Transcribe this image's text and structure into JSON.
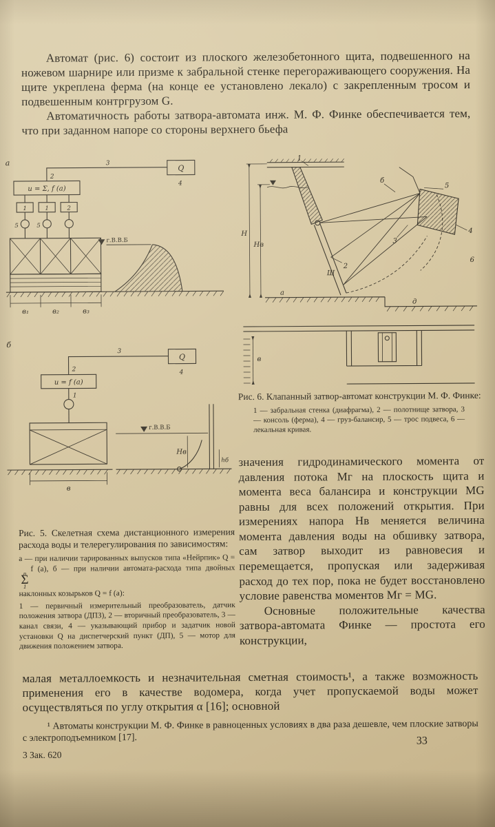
{
  "page": {
    "footer_left": "3  Зак. 620",
    "page_number": "33"
  },
  "text": {
    "p1": "Автомат (рис. 6) состоит из плоского железобетонного щита, подвешенного на ножевом шарнире или призме к забральной стенке перегораживающего сооружения. На щите укреплена ферма (на конце ее установлено лекало) с закрепленным тросом и подвешенным контргрузом G.",
    "p2": "Автоматичность работы затвора-автомата инж. М. Ф. Финке обеспечивается тем, что при заданном напоре со стороны верхнего бьефа",
    "right1": "значения гидродинамического момента от давления потока Мг на плоскость щита и момента веса балансира и конструкции МG равны для всех положений открытия. При измерениях напора Нв меняется величина момента давления воды на обшивку затвора, сам затвор выходит из равновесия и перемещается, пропуская или задерживая расход до тех пор, пока не будет восстановлено условие равенства моментов Мг = МG.",
    "right2": "Основные положительные качества затвора-автомата Финке — простота его конструкции,",
    "bottom": "малая металлоемкость и незначительная сметная стоимость¹, а также возможность применения его в качестве водомера, когда учет пропускаемой воды может осуществляться по углу открытия α [16]; основной",
    "footnote": "¹ Автоматы конструкции М. Ф. Финке в равноценных условиях в два раза дешевле, чем плоские затворы с электроподъемником [17]."
  },
  "fig5": {
    "caption_title": "Рис. 5. Скелетная схема дистанционного измерения расхода воды и телерегулирования по зависимостям:",
    "caption_ab_1": "а — при наличии тарированных выпусков типа «Нейрпик» Q =",
    "formula_sup": "n",
    "formula_sigma": "Σ",
    "formula_sub": "1",
    "caption_ab_2": "f (a), б — при наличии автомата-расхода типа двойных наклонных козырьков Q = f (a):",
    "legend": "1 — первичный измерительный преобразователь, датчик положения затвора (ДПЗ), 2 — вторичный преобразователь, 3 — канал связи, 4 — указывающий прибор и задатчик новой установки Q на диспетчерский пункт (ДП), 5 — мотор для движения положением затвора.",
    "a_labels": {
      "tag": "а",
      "q": "Q",
      "l2": "2",
      "l3": "3",
      "l4": "4",
      "u": "u = Σ, f (a)",
      "k1": "1",
      "k2": "1",
      "k3": "2",
      "s1": "5",
      "s2": "5",
      "gvvb": "г.В.В.Б",
      "d1": "в₁",
      "d2": "в₂",
      "d3": "в₃"
    },
    "b_labels": {
      "tag": "б",
      "q": "Q",
      "l1": "1",
      "l2": "2",
      "l3": "3",
      "l4": "4",
      "u": "u = f (a)",
      "gvvb": "г.В.В.Б",
      "hv": "Нв",
      "hb": "hб",
      "d": "в"
    }
  },
  "fig6": {
    "caption_title": "Рис. 6. Клапанный затвор-автомат конструкции М. Ф. Финке:",
    "legend": "1 — забральная стенка (диафрагма), 2 — полотнище затвора, 3 — консоль (ферма), 4 — груз-балансир, 5 — трос подвеса, 6 — лекальная кривая.",
    "labels": {
      "l1": "1",
      "l2": "2",
      "l3": "3",
      "l4": "4",
      "l5": "5",
      "l6": "6",
      "b": "б",
      "a": "а",
      "d": "д",
      "shch": "Щ",
      "h": "Н",
      "hv": "Нв",
      "w": "в"
    }
  }
}
